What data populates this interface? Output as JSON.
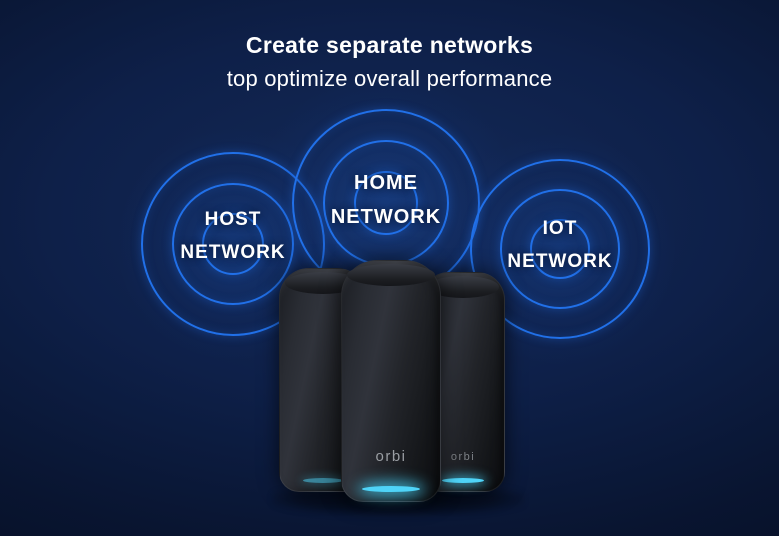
{
  "header": {
    "title": "Create separate networks",
    "subtitle": "top optimize overall performance"
  },
  "networks": [
    {
      "id": "host",
      "line1": "HOST",
      "line2": "NETWORK"
    },
    {
      "id": "home",
      "line1": "HOME",
      "line2": "NETWORK"
    },
    {
      "id": "iot",
      "line1": "IOT",
      "line2": "NETWORK"
    }
  ],
  "devices": {
    "brand": "orbi",
    "count": 3
  },
  "colors": {
    "ring": "#2170e8",
    "led_glow": "#4fd4f8",
    "background_center": "#142a58",
    "background_edge": "#050b1d",
    "text": "#ffffff",
    "brand_text": "#9a9ea3"
  }
}
